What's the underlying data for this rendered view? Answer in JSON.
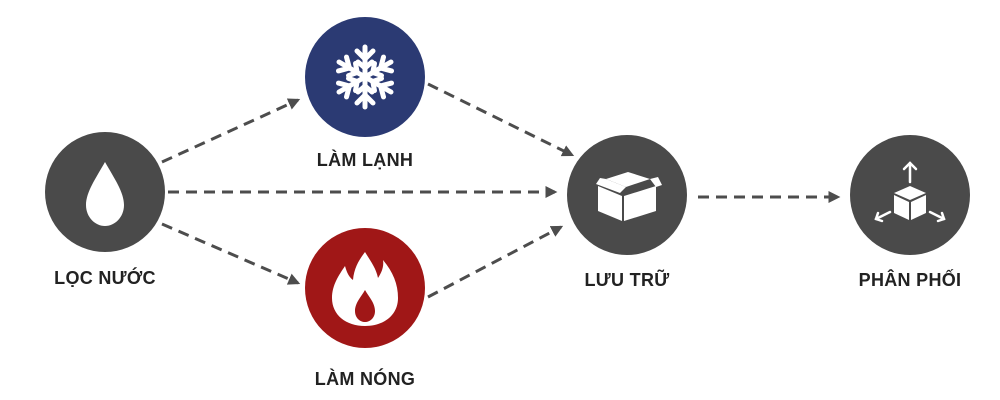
{
  "nodes": {
    "loc_nuoc": {
      "label": "LỌC NƯỚC",
      "icon": "water-drop-icon",
      "color": "#4a4a4a"
    },
    "lam_lanh": {
      "label": "LÀM LẠNH",
      "icon": "snowflake-icon",
      "color": "#2b3a73"
    },
    "lam_nong": {
      "label": "LÀM NÓNG",
      "icon": "flame-icon",
      "color": "#a01717"
    },
    "luu_tru": {
      "label": "LƯU TRỮ",
      "icon": "box-icon",
      "color": "#4a4a4a"
    },
    "phan_phoi": {
      "label": "PHÂN PHỐI",
      "icon": "distribution-box-icon",
      "color": "#4a4a4a"
    }
  },
  "edges": [
    {
      "from": "loc_nuoc",
      "to": "lam_lanh"
    },
    {
      "from": "loc_nuoc",
      "to": "luu_tru"
    },
    {
      "from": "loc_nuoc",
      "to": "lam_nong"
    },
    {
      "from": "lam_lanh",
      "to": "luu_tru"
    },
    {
      "from": "lam_nong",
      "to": "luu_tru"
    },
    {
      "from": "luu_tru",
      "to": "phan_phoi"
    }
  ],
  "colors": {
    "arrow": "#4d4d4d",
    "icon_fill": "#ffffff"
  }
}
